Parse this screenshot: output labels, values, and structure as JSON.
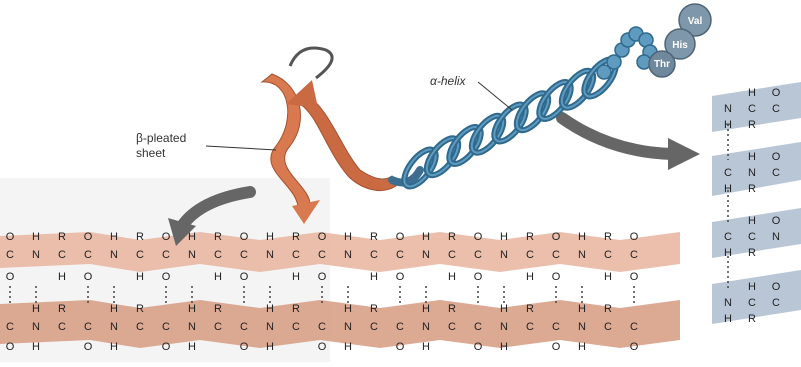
{
  "labels": {
    "beta_sheet_line1": "β-pleated",
    "beta_sheet_line2": "sheet",
    "alpha_helix": "α-helix"
  },
  "residues": [
    "Val",
    "His",
    "Thr"
  ],
  "atoms": {
    "n": "N",
    "c": "C",
    "h": "H",
    "o": "O",
    "r": "R"
  },
  "colors": {
    "helix": "#2f6a8e",
    "helix_light": "#5e9bbf",
    "strand": "#d9794f",
    "sheet_band": "#e7b49e",
    "sheet_band_dark": "#d69a80",
    "right_band": "#b9c6d6",
    "arrow": "#666666"
  }
}
